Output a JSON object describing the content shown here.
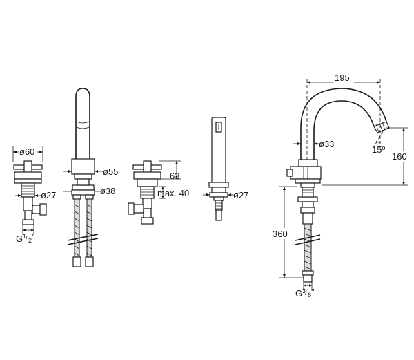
{
  "labels": {
    "valve_cap_diameter": "ø60",
    "valve_nut_diameter": "ø27",
    "valve_thread": "G",
    "valve_thread_fraction_num": "1",
    "valve_thread_fraction_den": "2",
    "spout_body_diameter": "ø55",
    "spout_base_diameter": "ø38",
    "handle_height": "63",
    "max_deck": "max. 40",
    "shower_nut_diameter": "ø27",
    "reach": "195",
    "spout_diameter": "ø33",
    "angle": "15º",
    "height": "160",
    "length": "360",
    "supply_thread": "G",
    "supply_thread_fraction_num": "3",
    "supply_thread_fraction_den": "8"
  },
  "colors": {
    "line": "#1a1a1a",
    "background": "#ffffff"
  }
}
